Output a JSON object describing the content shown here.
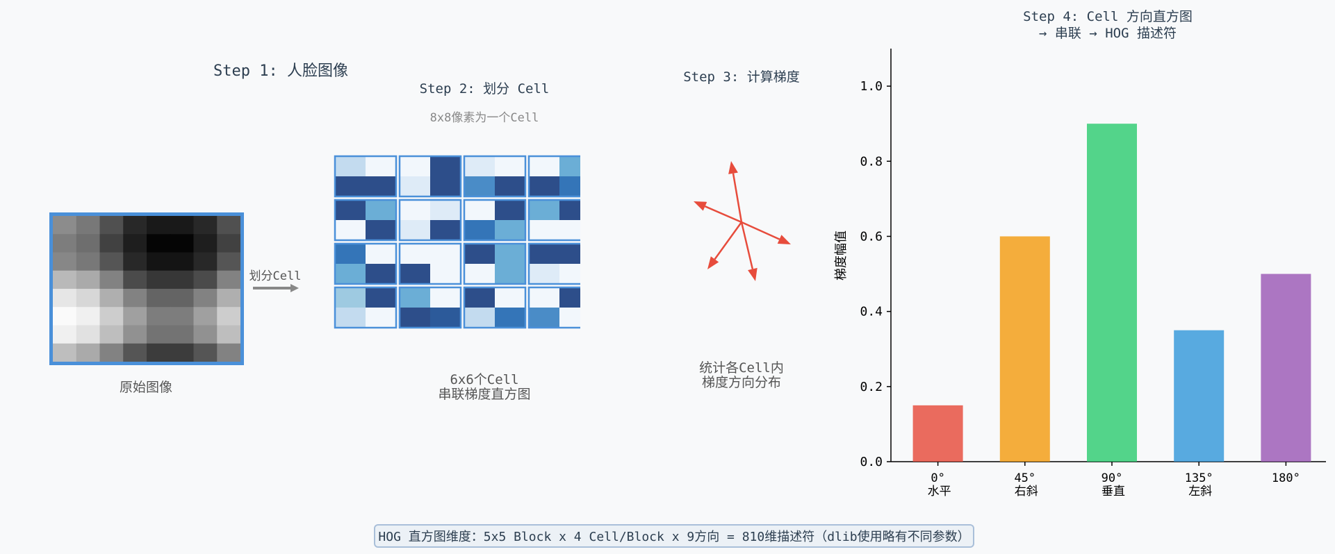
{
  "step1": {
    "title": "Step 1: 人脸图像",
    "caption": "原始图像",
    "arrow_label": "划分Cell"
  },
  "step2": {
    "title": "Step 2: 划分 Cell",
    "subtitle": "8x8像素为一个Cell",
    "caption_lines": [
      "6x6个Cell",
      "串联梯度直方图"
    ]
  },
  "step3": {
    "title": "Step 3: 计算梯度",
    "caption_lines": [
      "统计各Cell内",
      "梯度方向分布"
    ]
  },
  "footer": {
    "text": "HOG 直方图维度：5x5 Block x 4 Cell/Block x 9方向 = 810维描述符（dlib使用略有不同参数）"
  },
  "colors": {
    "background": "#f8f9fa",
    "accent_blue": "#4a90d9",
    "arrow_red": "#e74c3c",
    "text": "#2c3e50"
  },
  "chart_data": {
    "type": "bar",
    "title_lines": [
      "Step 4: Cell 方向直方图",
      "→ 串联 → HOG 描述符"
    ],
    "ylabel": "梯度幅值",
    "xlabel": "",
    "categories": [
      {
        "line1": "0°",
        "line2": "水平"
      },
      {
        "line1": "45°",
        "line2": "右斜"
      },
      {
        "line1": "90°",
        "line2": "垂直"
      },
      {
        "line1": "135°",
        "line2": "左斜"
      },
      {
        "line1": "180°",
        "line2": ""
      }
    ],
    "values": [
      0.15,
      0.6,
      0.9,
      0.35,
      0.5
    ],
    "bar_colors": [
      "#e74c3c",
      "#f39c12",
      "#2ecc71",
      "#3498db",
      "#9b59b6"
    ],
    "ylim": [
      0,
      1.1
    ],
    "yticks": [
      "0.0",
      "0.2",
      "0.4",
      "0.6",
      "0.8",
      "1.0"
    ],
    "grid": false
  }
}
